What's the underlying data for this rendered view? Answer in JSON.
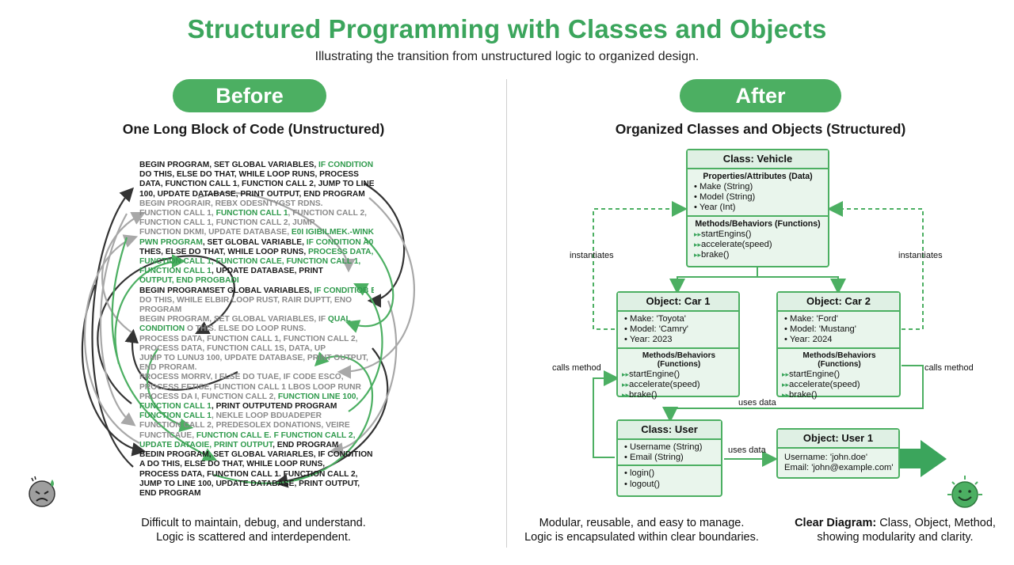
{
  "title": "Structured Programming with Classes and Objects",
  "subtitle": "Illustrating the transition from unstructured logic to organized design.",
  "before": {
    "pill": "Before",
    "heading": "One Long Block of Code (Unstructured)",
    "caption_line1": "Difficult to maintain, debug, and understand.",
    "caption_line2": "Logic is scattered and interdependent.",
    "code_lines": [
      [
        [
          "BEGIN PROGRAM, SET GLOBAL VARIABLES, ",
          "k"
        ],
        [
          "IF CONDITION A",
          "g"
        ]
      ],
      [
        [
          "DO THIS, ELSE DO THAT, WHILE LOOP RUNS, PROCESS",
          "k"
        ]
      ],
      [
        [
          "DATA, FUNCTION CALL 1, FUNCTION CALL 2, JUMP TO LINE",
          "k"
        ]
      ],
      [
        [
          "100, UPDATE DATABASE, PRINT OUTPUT, END PROGRAM",
          "k"
        ]
      ],
      [
        [
          "BEGIN PROGRAIR, REBX ODESNTYGST RDNS.",
          "gy"
        ]
      ],
      [
        [
          "FUNCTION CALL 1, ",
          "gy"
        ],
        [
          "FUNCTION CALL 1",
          "g"
        ],
        [
          ", FUNCTION CALL 2,",
          "gy"
        ]
      ],
      [
        [
          "FUNCTION CALL 1, FUNCTION CALL 2, JUMP",
          "gy"
        ]
      ],
      [
        [
          "FUNCTION DKMI, UPDATE DATABASE, ",
          "gy"
        ],
        [
          "E0I IGIBILMEK.-WINKER",
          "g"
        ]
      ],
      [
        [
          "PWN PROGRAM",
          "g"
        ],
        [
          ", SET GLOBAL VARIABLE, ",
          "k"
        ],
        [
          "IF CONDITION A0",
          "g"
        ]
      ],
      [
        [
          "THES,  ELSE DO THAT, WHILE LOOP RUNS, ",
          "k"
        ],
        [
          "PROCESS DATA,",
          "g"
        ]
      ],
      [
        [
          "FUNCTION CALL 1, FUNCTION CALE, FUNCTION CALL 1,",
          "g"
        ]
      ],
      [
        [
          "FUNCTION CALL 1",
          "g"
        ],
        [
          ", UPDATE DATABASE, PRINT",
          "k"
        ]
      ],
      [
        [
          "OUTPUT, END PROGBADI",
          "g"
        ]
      ],
      [
        [
          "BEGIN PROGRAMSET GLOBAL VARIABLES, ",
          "k"
        ],
        [
          "IF CONDITIOB B",
          "g"
        ]
      ],
      [
        [
          "DO THIS, WHILE ELBIR LOOP RUST, RAIR DUPTT, ENO",
          "gy"
        ]
      ],
      [
        [
          "PROGRAM",
          "gy"
        ]
      ],
      [
        [
          "BEGIN PROGRAM, SET GLOBAL VARIABLES, IF ",
          "gy"
        ],
        [
          "QUAL",
          "g"
        ]
      ],
      [
        [
          "CONDITION",
          "g"
        ],
        [
          " O THIS. ELSE DO LOOP RUNS.",
          "gy"
        ]
      ],
      [
        [
          "PROCESS DATA, FUNCTION CALL 1, FUNCTION CALL 2,",
          "gy"
        ]
      ],
      [
        [
          "PROCESS DATA, FUNCTION CALL 1S, DATA, UP",
          "gy"
        ]
      ],
      [
        [
          "JUMP TO LUNU3 100, UPDATE DATABASE, PRINT OUTPUT,",
          "gy"
        ]
      ],
      [
        [
          "END PRORAM.",
          "gy"
        ]
      ],
      [
        [
          "PROCESS MORRV, I ELSE DO TUAE, IF CODE ESCO,",
          "gy"
        ]
      ],
      [
        [
          "PROCESS EFTISE, FUNCTION CALL 1 LBOS LOOP RUNR",
          "gy"
        ]
      ],
      [
        [
          "PROCESS DA I, FUNCTION CALL 2, ",
          "gy"
        ],
        [
          "FUNCTION LINE 100,",
          "g"
        ]
      ],
      [
        [
          "FUNCTION CALL 1",
          "g"
        ],
        [
          ", PRINT OUTPUTEND PROGRAM",
          "k"
        ]
      ],
      [
        [
          "FUNCTION CALL 1",
          "g"
        ],
        [
          ", NEKLE LOOP BDUADEPER",
          "gy"
        ]
      ],
      [
        [
          "FUNCTION CALL 2, PREDESOLEX DONATIONS, VEIRE",
          "gy"
        ]
      ],
      [
        [
          "FUNCTICAUE, ",
          "gy"
        ],
        [
          "FUNCTION CALL E. F FUNCTION CALL 2,",
          "g"
        ]
      ],
      [
        [
          "UPDATE DATAOIE, ",
          "g"
        ],
        [
          "PRINT OUTPUT",
          "g"
        ],
        [
          ", END PROGRAM",
          "k"
        ]
      ],
      [
        [
          "BEDIN PROGRAM, SET GLOBAL VARIARLES, IF CONDITION",
          "k"
        ]
      ],
      [
        [
          "A DO THIS, ELSE DO THAT, WHILE LOOP RUNS,",
          "k"
        ]
      ],
      [
        [
          "PROCESS DATA, FUNCTION CALL 1. FUNCTION CALL 2,",
          "k"
        ]
      ],
      [
        [
          "JUMP TO LINE 100, UPDATE DATABASE, PRINT OUTPUT,",
          "k"
        ]
      ],
      [
        [
          "END PROGRAM",
          "k"
        ]
      ]
    ]
  },
  "after": {
    "pill": "After",
    "heading": "Organized Classes and Objects (Structured)",
    "caption_line1": "Modular, reusable, and easy to manage.",
    "caption_line2": "Logic is encapsulated within clear boundaries.",
    "right_caption_bold": "Clear Diagram:",
    "right_caption_rest": " Class, Object, Method,",
    "right_caption_line2": "showing modularity and clarity.",
    "vehicle": {
      "title": "Class: Vehicle",
      "props_title": "Properties/Attributes (Data)",
      "props": [
        "• Make (String)",
        "• Model (String)",
        "• Year (Int)"
      ],
      "methods_title": "Methods/Behaviors (Functions)",
      "methods": [
        "startEngins()",
        "accelerate(speed)",
        "brake()"
      ]
    },
    "car1": {
      "title": "Object: Car 1",
      "props": [
        "• Make: 'Toyota'",
        "• Model: 'Camry'",
        "• Year: 2023"
      ],
      "methods_title": "Methods/Behaviors (Functions)",
      "methods": [
        "startEngine()",
        "accelerate(speed)",
        "brake()"
      ]
    },
    "car2": {
      "title": "Object: Car 2",
      "props": [
        "• Make: 'Ford'",
        "• Model: 'Mustang'",
        "• Year: 2024"
      ],
      "methods_title": "Methods/Behaviors (Functions)",
      "methods": [
        "startEngine()",
        "accelerate(speed)",
        "brake()"
      ]
    },
    "user_class": {
      "title": "Class: User",
      "props": [
        "• Username (String)",
        "• Email (String)"
      ],
      "methods": [
        "• login()",
        "• logout()"
      ]
    },
    "user_obj": {
      "title": "Object: User 1",
      "props": [
        "Username: 'john.doe'",
        "Email: 'john@example.com'"
      ]
    },
    "labels": {
      "instantiates_left": "instantiates",
      "instantiates_right": "instantiates",
      "calls_method_left": "calls method",
      "calls_method_right": "calls method",
      "uses_data_top": "uses data",
      "uses_data_mid": "uses data"
    }
  },
  "colors": {
    "accent": "#4caf62",
    "accent_dark": "#2f9a4c",
    "box_fill": "#e9f5ec",
    "dark_arrow": "#333333",
    "gray_arrow": "#a8a8a8"
  },
  "icons": {
    "sad_face": "frustrated-face-icon",
    "happy_face": "smiling-face-icon",
    "big_arrow": "right-arrow-icon"
  }
}
